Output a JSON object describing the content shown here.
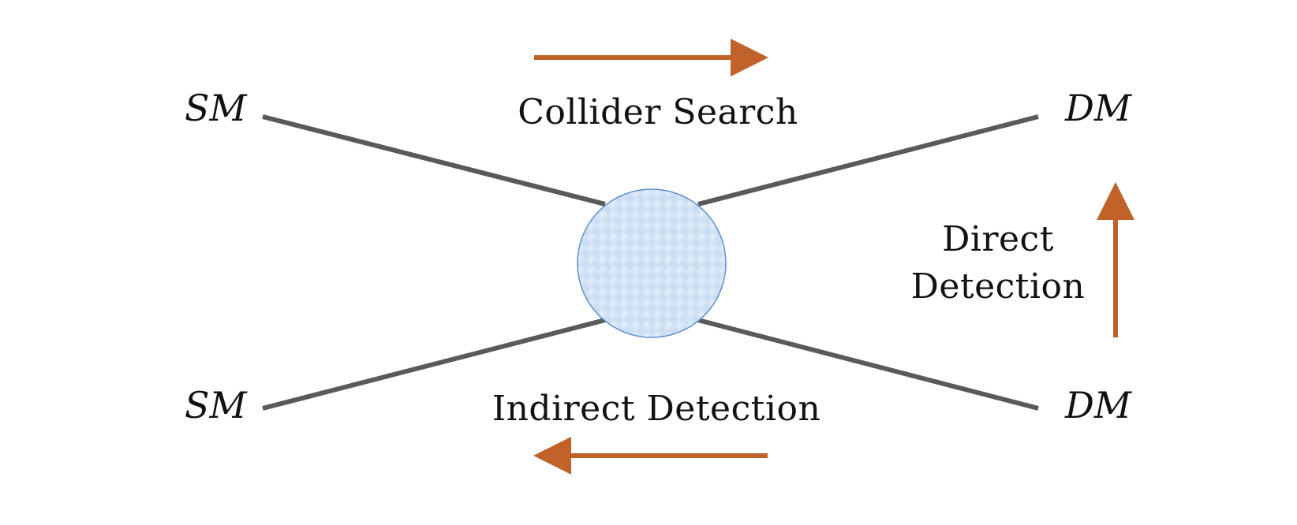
{
  "particles": {
    "top_left": "SM",
    "bottom_left": "SM",
    "top_right": "DM",
    "bottom_right": "DM"
  },
  "processes": {
    "collider": "Collider Search",
    "indirect": "Indirect Detection",
    "direct_line1": "Direct",
    "direct_line2": "Detection"
  },
  "colors": {
    "line": "#5a5a5a",
    "arrow": "#c0622a",
    "blob_fill": "#d6e6f7",
    "blob_stroke": "#5b8fd0"
  }
}
